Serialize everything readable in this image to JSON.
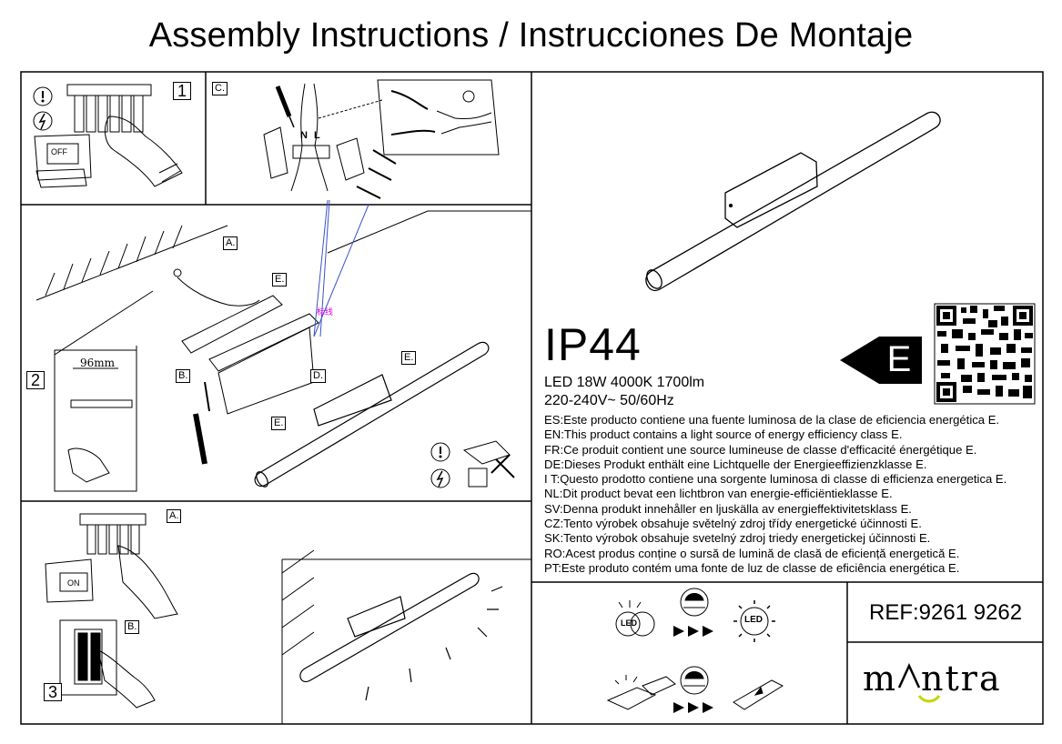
{
  "header": {
    "title": "Assembly Instructions / Instrucciones De Montaje"
  },
  "steps": {
    "step1": "1",
    "step2": "2",
    "step3": "3"
  },
  "labels": {
    "c": "C.",
    "a": "A.",
    "e1": "E.",
    "b": "B.",
    "d": "D.",
    "e2": "E.",
    "e3": "E.",
    "a3": "A.",
    "b3": "B."
  },
  "switches": {
    "off": "OFF",
    "on": "ON"
  },
  "wires": {
    "n": "N",
    "l": "L"
  },
  "dimension": "96mm",
  "mark": "标线",
  "product": {
    "ip": "IP44",
    "spec_line1": "LED 18W 4000K 1700lm",
    "spec_line2": "220-240V~ 50/60Hz",
    "energy_class": "E",
    "descriptions": [
      "ES:Este producto contiene una fuente luminosa de la clase de eficiencia energética E.",
      "EN:This product contains a light source of energy efficiency class E.",
      "FR:Ce produit contient une source lumineuse de classe d'efficacité énergétique E.",
      "DE:Dieses Produkt enthält eine Lichtquelle der Energieeffizienzklasse E.",
      "I T:Questo prodotto contiene una sorgente luminosa di classe di efficienza energetica E.",
      "NL:Dit product bevat een lichtbron van energie-efficiëntieklasse E.",
      "SV:Denna produkt innehåller en ljuskälla av energieffektivitetsklass E.",
      "CZ:Tento výrobek obsahuje světelný zdroj třídy energetické účinnosti E.",
      "SK:Tento výrobok obsahuje svetelný zdroj triedy energetickej účinnosti E.",
      "RO:Acest produs conține o sursă de lumină de clasă de eficiență energetică E.",
      "PT:Este produto contém uma fonte de luz de classe de eficiência energética E."
    ]
  },
  "icons": {
    "led_badge": "LED",
    "led_broken": "LED"
  },
  "footer": {
    "ref": "REF:9261 9262",
    "brand_left": "m",
    "brand_right": "ntra"
  },
  "colors": {
    "brand_accent": "#c8d400",
    "leader_blue": "#3a52c8"
  }
}
